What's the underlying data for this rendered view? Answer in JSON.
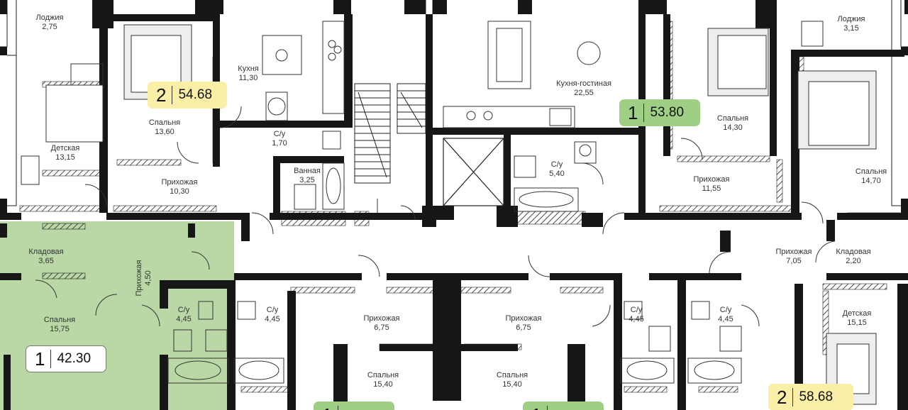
{
  "colors": {
    "wall": "#161616",
    "selected_unit_fill": "#b9d8a6",
    "badge_yellow": "#fbeea6",
    "badge_green": "#9fcf85",
    "badge_white": "#ffffff"
  },
  "units": [
    {
      "id": "unit-2-54",
      "rooms": "2",
      "area": "54.68",
      "color": "yellow"
    },
    {
      "id": "unit-1-53",
      "rooms": "1",
      "area": "53.80",
      "color": "green"
    },
    {
      "id": "unit-1-42",
      "rooms": "1",
      "area": "42.30",
      "color": "white"
    },
    {
      "id": "unit-2-58",
      "rooms": "2",
      "area": "58.68",
      "color": "yellow"
    },
    {
      "id": "unit-1-partial-a",
      "rooms": "1",
      "area": "",
      "color": "green"
    },
    {
      "id": "unit-1-partial-b",
      "rooms": "1",
      "area": "",
      "color": "green"
    }
  ],
  "rooms": [
    {
      "name": "Лоджия",
      "area": "2,75"
    },
    {
      "name": "Кухня",
      "area": "11,30"
    },
    {
      "name": "Спальня",
      "area": "13,60"
    },
    {
      "name": "Детская",
      "area": "13,15"
    },
    {
      "name": "С/у",
      "area": "1,70"
    },
    {
      "name": "Ванная",
      "area": "3,25"
    },
    {
      "name": "Прихожая",
      "area": "10,30"
    },
    {
      "name": "Кухня-гостиная",
      "area": "22,55"
    },
    {
      "name": "С/у",
      "area": "5,40"
    },
    {
      "name": "Спальня",
      "area": "14,30"
    },
    {
      "name": "Прихожая",
      "area": "11,55"
    },
    {
      "name": "Лоджия",
      "area": "3,15"
    },
    {
      "name": "Спальня",
      "area": "14,70"
    },
    {
      "name": "Прихожая",
      "area": "7,05"
    },
    {
      "name": "Кладовая",
      "area": "2,20"
    },
    {
      "name": "Детская",
      "area": "15,15"
    },
    {
      "name": "Кладовая",
      "area": "3,65"
    },
    {
      "name": "Прихожая",
      "area": "4,50"
    },
    {
      "name": "С/у",
      "area": "4,45"
    },
    {
      "name": "Спальня",
      "area": "15,75"
    },
    {
      "name": "С/у",
      "area": "4,45"
    },
    {
      "name": "Прихожая",
      "area": "6,75"
    },
    {
      "name": "Прихожая",
      "area": "6,75"
    },
    {
      "name": "С/у",
      "area": "4,45"
    },
    {
      "name": "С/у",
      "area": "4,45"
    },
    {
      "name": "Спальня",
      "area": "15,40"
    },
    {
      "name": "Спальня",
      "area": "15,40"
    }
  ]
}
